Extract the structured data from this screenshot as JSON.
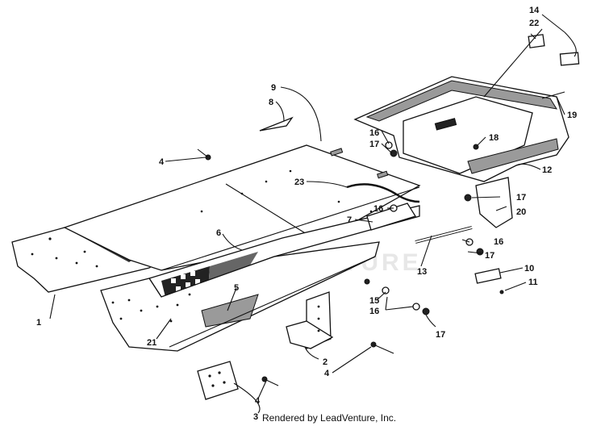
{
  "diagram": {
    "credit": "Rendered by LeadVenture, Inc.",
    "watermark": "ADVENTURE",
    "callouts": [
      {
        "id": "c1",
        "text": "1"
      },
      {
        "id": "c2",
        "text": "2"
      },
      {
        "id": "c3",
        "text": "3"
      },
      {
        "id": "c4a",
        "text": "4"
      },
      {
        "id": "c4b",
        "text": "4"
      },
      {
        "id": "c4c",
        "text": "4"
      },
      {
        "id": "c5",
        "text": "5"
      },
      {
        "id": "c6",
        "text": "6"
      },
      {
        "id": "c7",
        "text": "7"
      },
      {
        "id": "c8",
        "text": "8"
      },
      {
        "id": "c9",
        "text": "9"
      },
      {
        "id": "c10",
        "text": "10"
      },
      {
        "id": "c11",
        "text": "11"
      },
      {
        "id": "c12",
        "text": "12"
      },
      {
        "id": "c13",
        "text": "13"
      },
      {
        "id": "c14",
        "text": "14"
      },
      {
        "id": "c15",
        "text": "15"
      },
      {
        "id": "c16a",
        "text": "16"
      },
      {
        "id": "c16b",
        "text": "16"
      },
      {
        "id": "c16c",
        "text": "16"
      },
      {
        "id": "c16d",
        "text": "16"
      },
      {
        "id": "c17a",
        "text": "17"
      },
      {
        "id": "c17b",
        "text": "17"
      },
      {
        "id": "c17c",
        "text": "17"
      },
      {
        "id": "c17d",
        "text": "17"
      },
      {
        "id": "c18",
        "text": "18"
      },
      {
        "id": "c19",
        "text": "19"
      },
      {
        "id": "c20",
        "text": "20"
      },
      {
        "id": "c21",
        "text": "21"
      },
      {
        "id": "c22",
        "text": "22"
      },
      {
        "id": "c23",
        "text": "23"
      }
    ]
  }
}
